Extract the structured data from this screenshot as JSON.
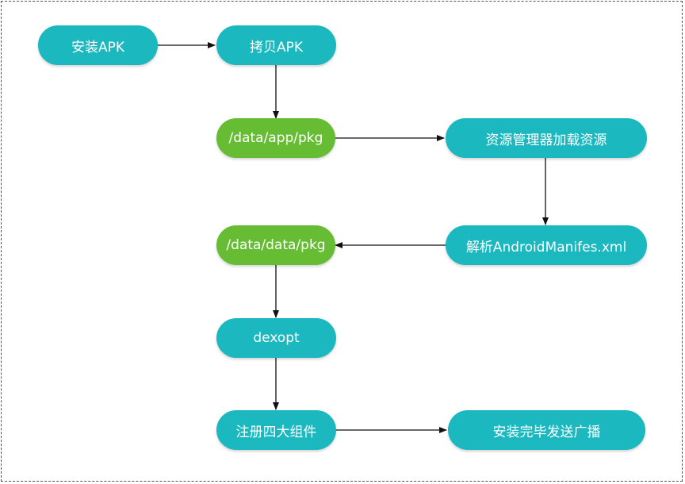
{
  "colors": {
    "teal": "#1bb8bf",
    "green": "#66bd34",
    "arrow": "#111111"
  },
  "nodes": {
    "install_apk": "安装APK",
    "copy_apk": "拷贝APK",
    "data_app_pkg": "/data/app/pkg",
    "resource_manager": "资源管理器加载资源",
    "parse_manifest": "解析AndroidManifes.xml",
    "data_data_pkg": "/data/data/pkg",
    "dexopt": "dexopt",
    "register_components": "注册四大组件",
    "install_complete": "安装完毕发送广播"
  }
}
